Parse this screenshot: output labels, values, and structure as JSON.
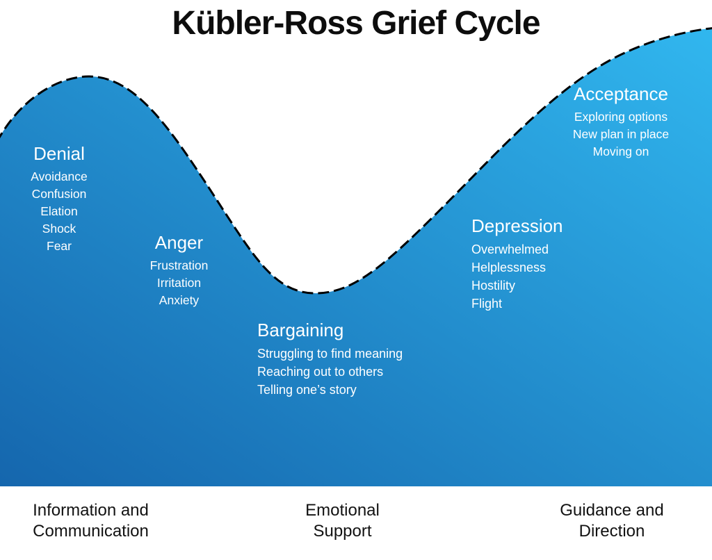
{
  "title": "Kübler-Ross Grief Cycle",
  "stages": [
    {
      "name": "Denial",
      "items": [
        "Avoidance",
        "Confusion",
        "Elation",
        "Shock",
        "Fear"
      ]
    },
    {
      "name": "Anger",
      "items": [
        "Frustration",
        "Irritation",
        "Anxiety"
      ]
    },
    {
      "name": "Bargaining",
      "items": [
        "Struggling to find meaning",
        "Reaching out to others",
        "Telling one’s story"
      ]
    },
    {
      "name": "Depression",
      "items": [
        "Overwhelmed",
        "Helplessness",
        "Hostility",
        "Flight"
      ]
    },
    {
      "name": "Acceptance",
      "items": [
        "Exploring options",
        "New plan in place",
        "Moving on"
      ]
    }
  ],
  "footer": {
    "left": {
      "line1": "Information and",
      "line2": "Communication"
    },
    "center": {
      "line1": "Emotional",
      "line2": "Support"
    },
    "right": {
      "line1": "Guidance and",
      "line2": "Direction"
    }
  },
  "colors": {
    "gradient_start": "#1566ad",
    "gradient_end": "#31b7ef",
    "curve_stroke": "#000000",
    "stage_text": "#ffffff",
    "footer_text": "#121212"
  }
}
